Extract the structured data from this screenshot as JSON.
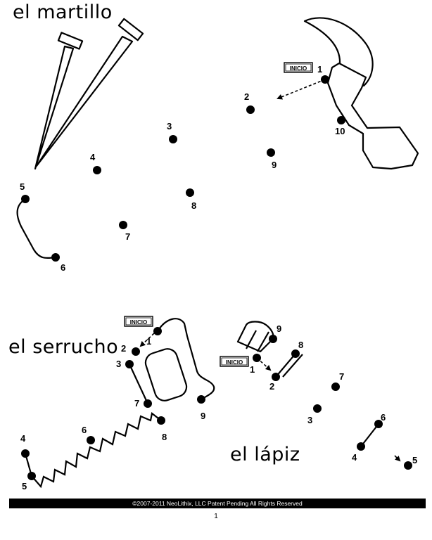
{
  "titles": {
    "hammer": "el martillo",
    "saw": "el serrucho",
    "pencil": "el lápiz"
  },
  "start_label": "INICIO",
  "hammer_numbers": [
    "1",
    "2",
    "3",
    "4",
    "5",
    "6",
    "7",
    "8",
    "9",
    "10"
  ],
  "saw_numbers": [
    "1",
    "2",
    "3",
    "4",
    "5",
    "6",
    "7",
    "8",
    "9"
  ],
  "pencil_numbers": [
    "1",
    "2",
    "3",
    "4",
    "5",
    "6",
    "7",
    "8",
    "9"
  ],
  "footer": {
    "copyright": "©2007-2011  NeoLithix, LLC  Patent Pending  All Rights Reserved",
    "page_number": "1"
  },
  "colors": {
    "ink": "#000000",
    "paper": "#ffffff"
  }
}
